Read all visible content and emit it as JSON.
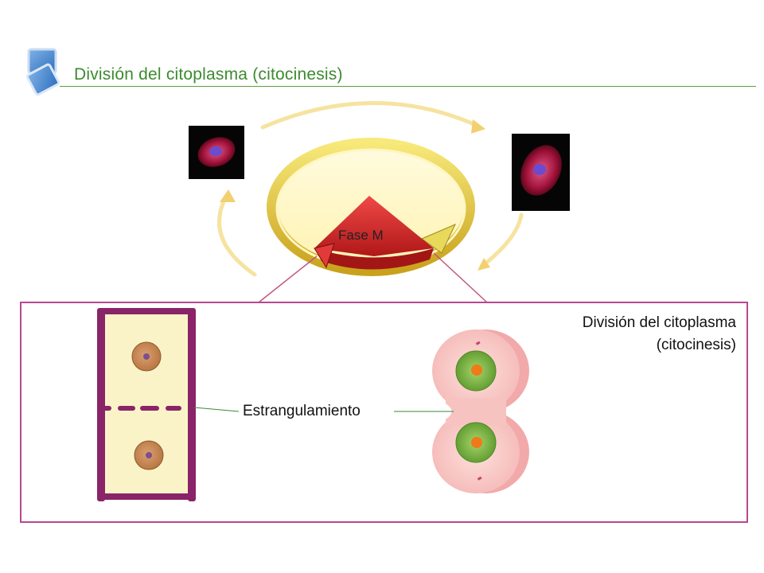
{
  "header": {
    "title": "División del citoplasma (citocinesis)"
  },
  "cycle": {
    "phase_label": "Fase M"
  },
  "detail": {
    "label_line1": "División del citoplasma",
    "label_line2": "(citocinesis)",
    "constriction_label": "Estrangulamiento"
  },
  "icons": {
    "slide_icon": "overlapping-squares-icon"
  },
  "colors": {
    "title_green": "#3c8b2f",
    "box_border": "#b8478e",
    "phase_red": "#d42b2b",
    "ring_yellow": "#f0dc4a"
  }
}
